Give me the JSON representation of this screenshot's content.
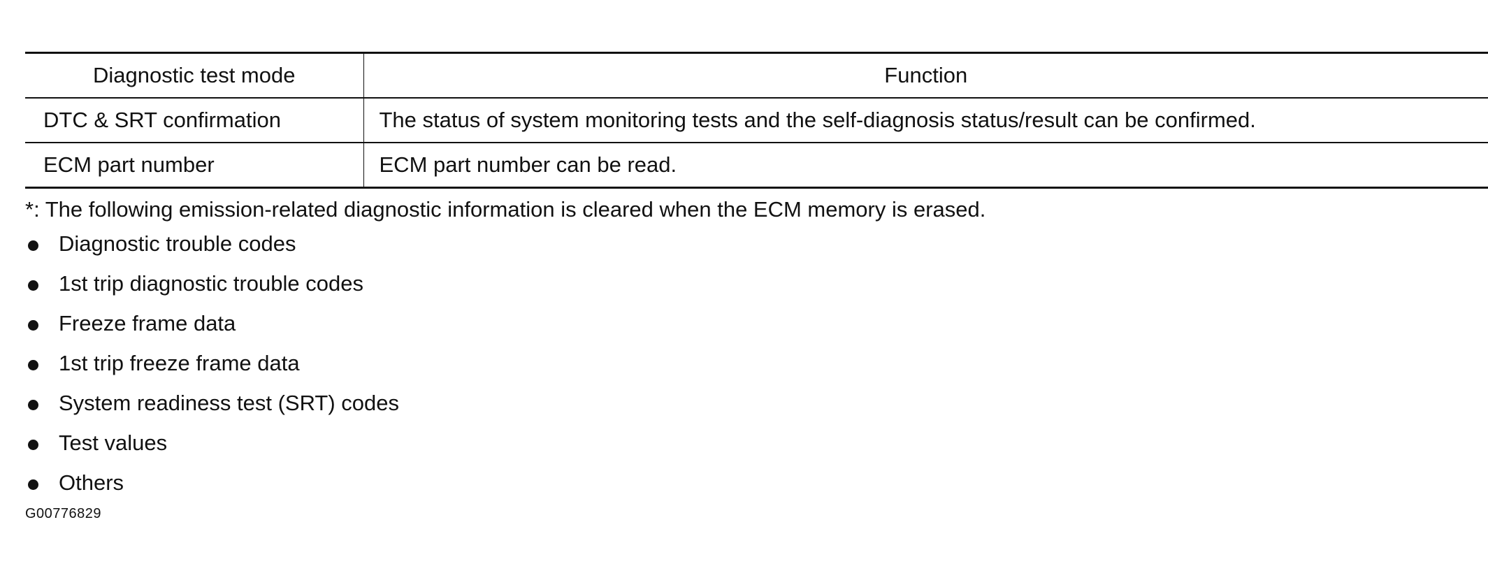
{
  "table": {
    "headers": [
      "Diagnostic test mode",
      "Function"
    ],
    "rows": [
      [
        "DTC & SRT confirmation",
        "The status of system monitoring tests and the self-diagnosis status/result can be confirmed."
      ],
      [
        "ECM part number",
        "ECM part number can be read."
      ]
    ]
  },
  "footnote": "*: The following emission-related diagnostic information is cleared when the ECM memory is erased.",
  "items": [
    "Diagnostic trouble codes",
    "1st trip diagnostic trouble codes",
    "Freeze frame data",
    "1st trip freeze frame data",
    "System readiness test (SRT) codes",
    "Test values",
    "Others"
  ],
  "figure_id": "G00776829"
}
